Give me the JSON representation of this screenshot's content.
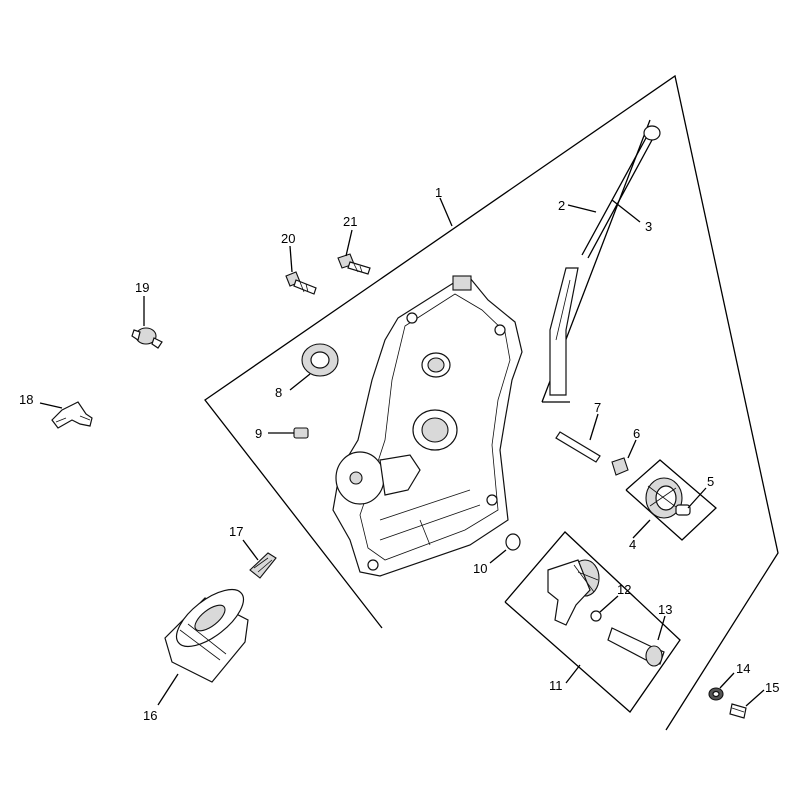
{
  "diagram": {
    "type": "exploded parts diagram",
    "callouts": [
      "1",
      "2",
      "3",
      "4",
      "5",
      "6",
      "7",
      "8",
      "9",
      "10",
      "11",
      "12",
      "13",
      "14",
      "15",
      "16",
      "17",
      "18",
      "19",
      "20",
      "21"
    ]
  }
}
